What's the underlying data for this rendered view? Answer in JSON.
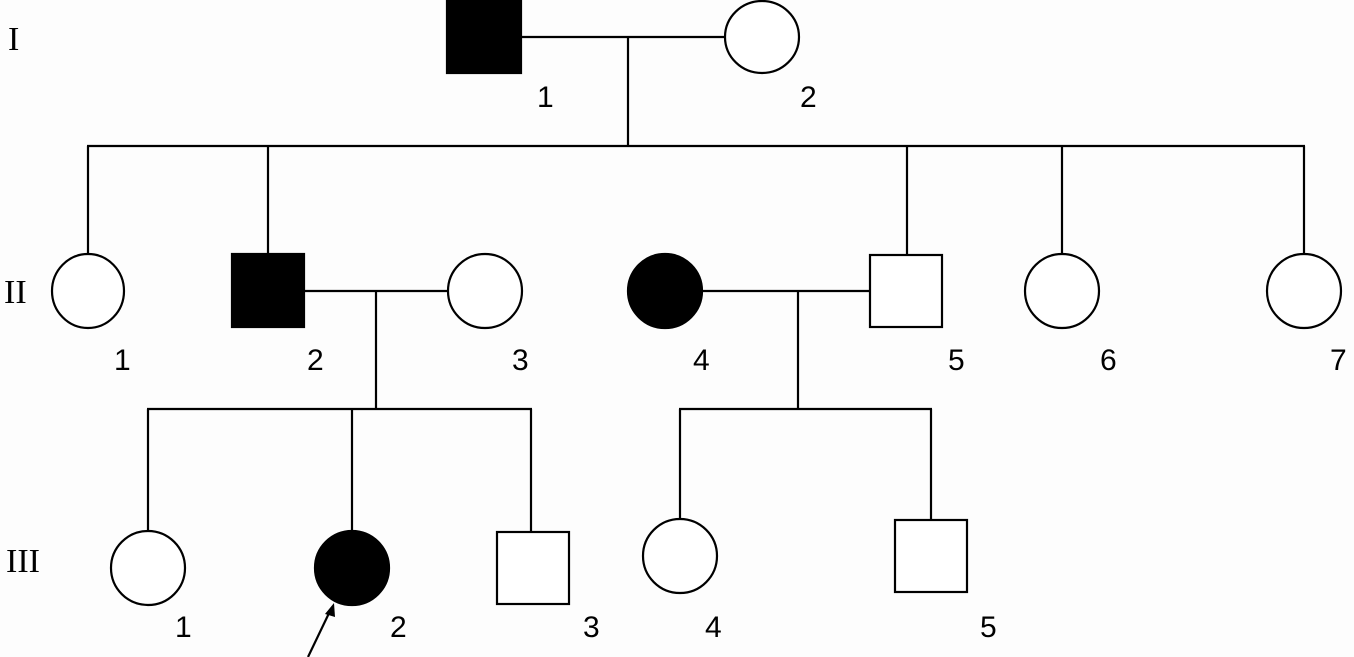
{
  "generations": [
    "I",
    "II",
    "III"
  ],
  "individuals": [
    {
      "id": "I-1",
      "generation": "I",
      "number": "1",
      "sex": "male",
      "affected": true
    },
    {
      "id": "I-2",
      "generation": "I",
      "number": "2",
      "sex": "female",
      "affected": false
    },
    {
      "id": "II-1",
      "generation": "II",
      "number": "1",
      "sex": "female",
      "affected": false
    },
    {
      "id": "II-2",
      "generation": "II",
      "number": "2",
      "sex": "male",
      "affected": true
    },
    {
      "id": "II-3",
      "generation": "II",
      "number": "3",
      "sex": "female",
      "affected": false
    },
    {
      "id": "II-4",
      "generation": "II",
      "number": "4",
      "sex": "female",
      "affected": true
    },
    {
      "id": "II-5",
      "generation": "II",
      "number": "5",
      "sex": "male",
      "affected": false
    },
    {
      "id": "II-6",
      "generation": "II",
      "number": "6",
      "sex": "female",
      "affected": false
    },
    {
      "id": "II-7",
      "generation": "II",
      "number": "7",
      "sex": "female",
      "affected": false
    },
    {
      "id": "III-1",
      "generation": "III",
      "number": "1",
      "sex": "female",
      "affected": false
    },
    {
      "id": "III-2",
      "generation": "III",
      "number": "2",
      "sex": "female",
      "affected": true,
      "proband": true
    },
    {
      "id": "III-3",
      "generation": "III",
      "number": "3",
      "sex": "male",
      "affected": false
    },
    {
      "id": "III-4",
      "generation": "III",
      "number": "4",
      "sex": "female",
      "affected": false
    },
    {
      "id": "III-5",
      "generation": "III",
      "number": "5",
      "sex": "male",
      "affected": false
    }
  ]
}
